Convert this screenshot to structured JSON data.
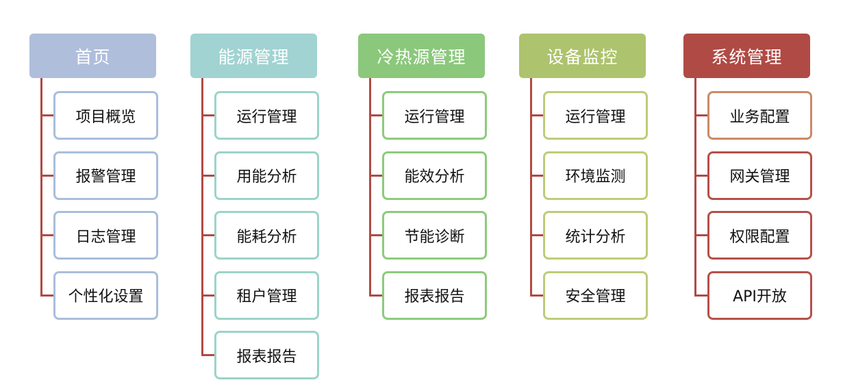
{
  "diagram": {
    "connector_color": "#b04a44",
    "columns": [
      {
        "title": "首页",
        "header_color": "#afbedb",
        "item_border_color": "#a9bedb",
        "items": [
          "项目概览",
          "报警管理",
          "日志管理",
          "个性化设置"
        ]
      },
      {
        "title": "能源管理",
        "header_color": "#a1d3d2",
        "item_border_color": "#9bd4c8",
        "items": [
          "运行管理",
          "用能分析",
          "能耗分析",
          "租户管理",
          "报表报告"
        ]
      },
      {
        "title": "冷热源管理",
        "header_color": "#8bc87c",
        "item_border_color": "#8ccb7c",
        "items": [
          "运行管理",
          "能效分析",
          "节能诊断",
          "报表报告"
        ]
      },
      {
        "title": "设备监控",
        "header_color": "#adc36d",
        "item_border_color": "#bccd77",
        "items": [
          "运行管理",
          "环境监测",
          "统计分析",
          "安全管理"
        ]
      },
      {
        "title": "系统管理",
        "header_color": "#b04a44",
        "item_border_color_first": "#c98a66",
        "item_border_color": "#b5504a",
        "items": [
          "业务配置",
          "网关管理",
          "权限配置",
          "API开放"
        ]
      }
    ]
  }
}
